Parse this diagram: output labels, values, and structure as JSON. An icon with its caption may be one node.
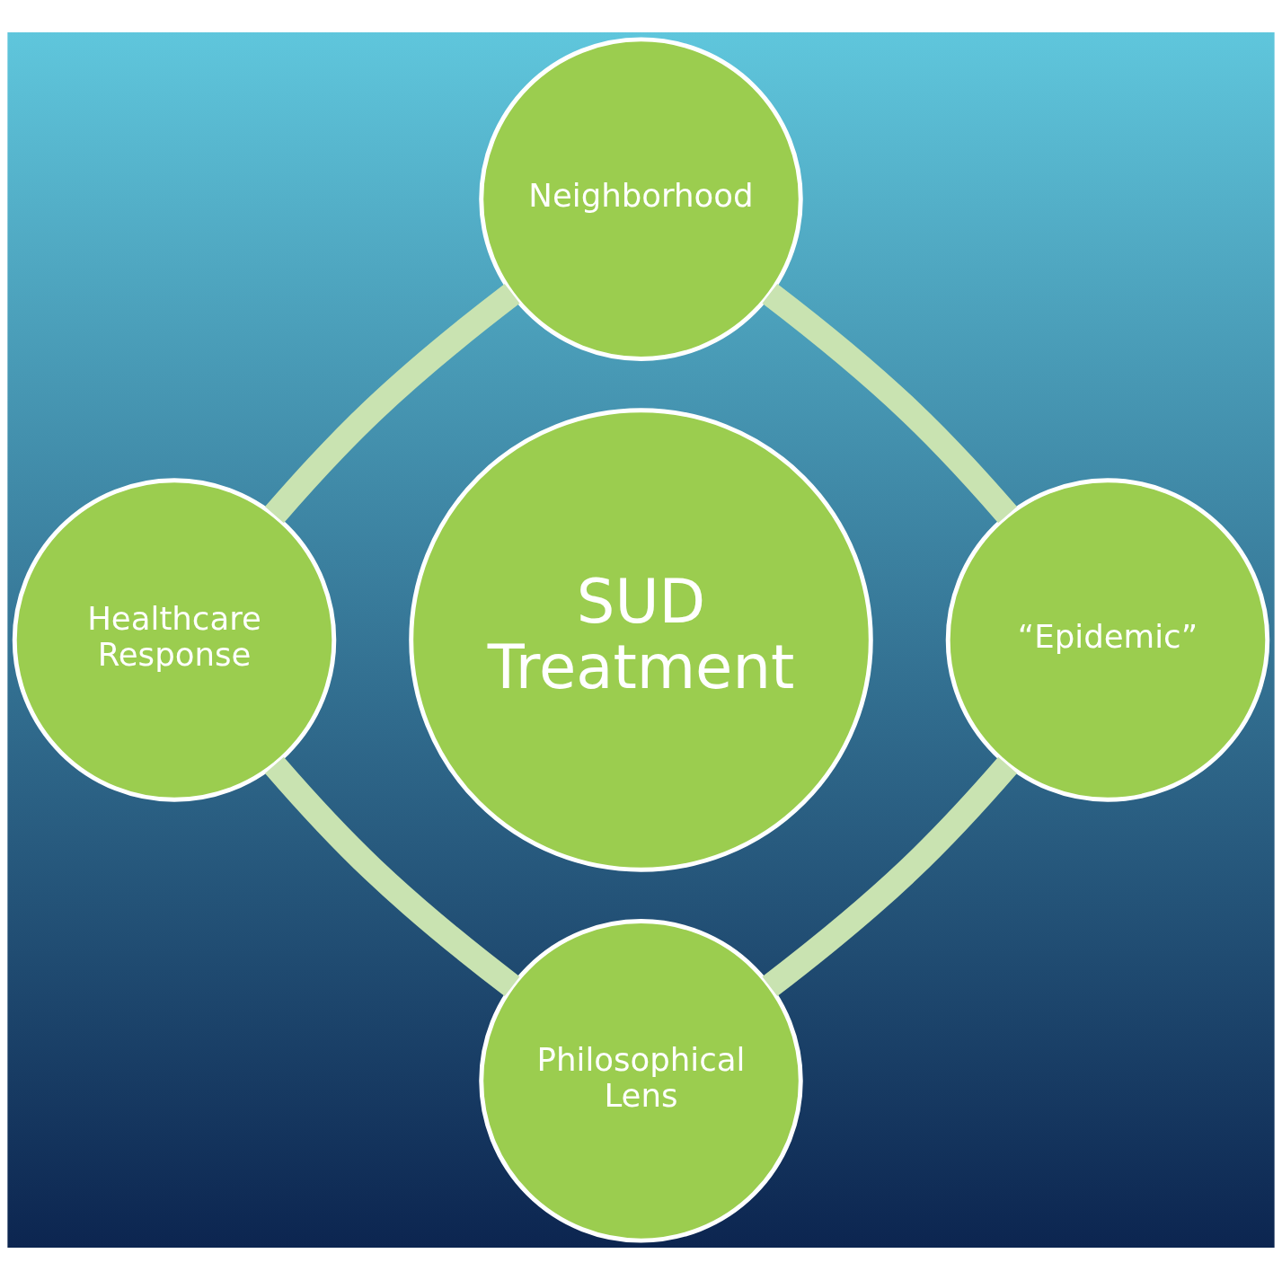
{
  "diagram": {
    "nodes": [
      {
        "text": [
          "SUD Treatment"
        ]
      },
      {
        "text": [
          "Neighborhood"
        ]
      },
      {
        "text": [
          "“Epidemic”"
        ]
      },
      {
        "text": [
          "Philosophical Lens"
        ]
      },
      {
        "text": [
          "Healthcare Response"
        ]
      }
    ],
    "edges": [
      {
        "from": 1,
        "to": 2,
        "arrow": "none"
      },
      {
        "from": 2,
        "to": 3,
        "arrow": "none"
      },
      {
        "from": 3,
        "to": 4,
        "arrow": "none"
      },
      {
        "from": 4,
        "to": 1,
        "arrow": "none"
      }
    ]
  }
}
